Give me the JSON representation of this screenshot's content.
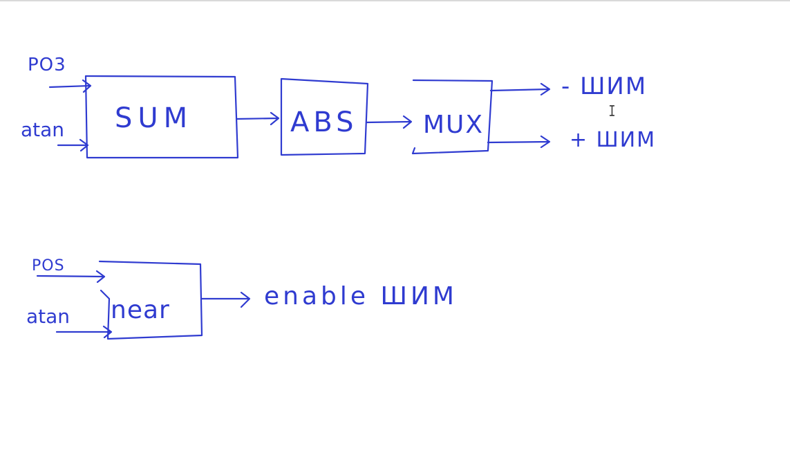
{
  "colors": {
    "ink": "#2f3bd0",
    "background": "#ffffff",
    "rule": "#d9d9d9"
  },
  "diagram": {
    "top_flow": {
      "input_pos_label": "PO3",
      "input_atan_label": "atan",
      "sum_label": "SUM",
      "abs_label": "ABS",
      "mux_label": "MUX",
      "out_minus_label": "- ШИМ",
      "out_plus_label": "+ ШИМ"
    },
    "bottom_flow": {
      "input_pos_label": "POS",
      "input_atan_label": "atan",
      "block_label": "near",
      "output_label": "enable ШИМ"
    },
    "cursor_icon": "text-cursor-icon"
  }
}
